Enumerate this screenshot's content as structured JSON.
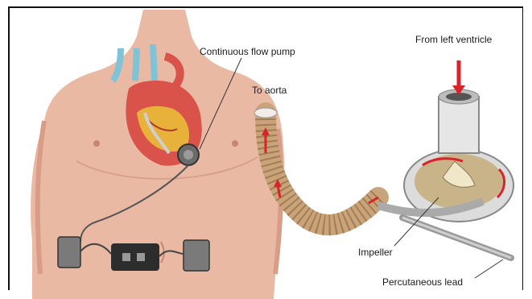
{
  "labels": {
    "continuous_flow_pump": "Continuous flow pump",
    "from_left_ventricle": "From left ventricle",
    "to_aorta": "To aorta",
    "impeller": "Impeller",
    "percutaneous_lead": "Percutaneous lead"
  },
  "colors": {
    "skin": "#e9b9a4",
    "skin_shadow": "#d99c86",
    "heart": "#d9534a",
    "fat": "#e8b23a",
    "vessel_blue": "#7ec3d8",
    "arrow_red": "#d8232a",
    "device_gray": "#5a5a5a",
    "graft_tan": "#c9a37a"
  }
}
